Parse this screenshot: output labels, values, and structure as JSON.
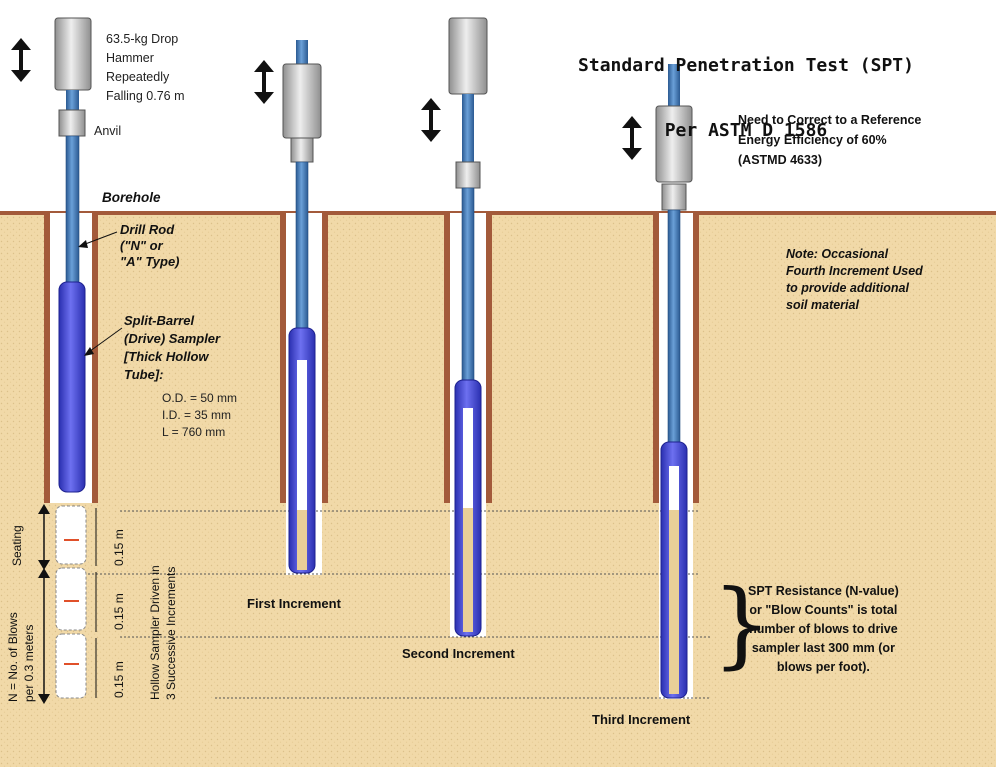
{
  "title": {
    "line1": "Standard Penetration Test (SPT)",
    "line2": "Per ASTM D 1586"
  },
  "labels": {
    "hammer": "63.5-kg Drop\nHammer\nRepeatedly\nFalling 0.76 m",
    "anvil": "Anvil",
    "borehole": "Borehole",
    "drill_rod": "Drill Rod\n(\"N\" or\n\"A\" Type)",
    "sampler": "Split-Barrel\n(Drive) Sampler\n[Thick Hollow\nTube]:",
    "dims": "O.D. = 50 mm\nI.D. = 35 mm\nL = 760 mm",
    "correction": "Need to Correct to a Reference\nEnergy Efficiency of 60%\n(ASTMD 4633)",
    "note": "Note: Occasional\nFourth Increment Used\nto provide additional\nsoil material",
    "first_increment": "First Increment",
    "second_increment": "Second Increment",
    "third_increment": "Third Increment",
    "spt_resistance": "SPT Resistance (N-value)\nor \"Blow Counts\" is total\nnumber of blows to drive\nsampler last 300 mm (or\nblows per foot).",
    "seating": "Seating",
    "n_blows_1": "N = No. of Blows",
    "n_blows_2": "per 0.3 meters",
    "inc_label_1": "Hollow Sampler Driven in",
    "inc_label_2": "3 Successive Increments",
    "inc_015_a": "0.15 m",
    "inc_015_b": "0.15 m",
    "inc_015_c": "0.15 m",
    "brace": "}"
  },
  "colors": {
    "soil": "#f1d9a8",
    "borehole_wall": "#a35a3a",
    "rod": "#3d73b0",
    "sampler": "#3a3fd0",
    "hammer": "#c9c9c9"
  }
}
